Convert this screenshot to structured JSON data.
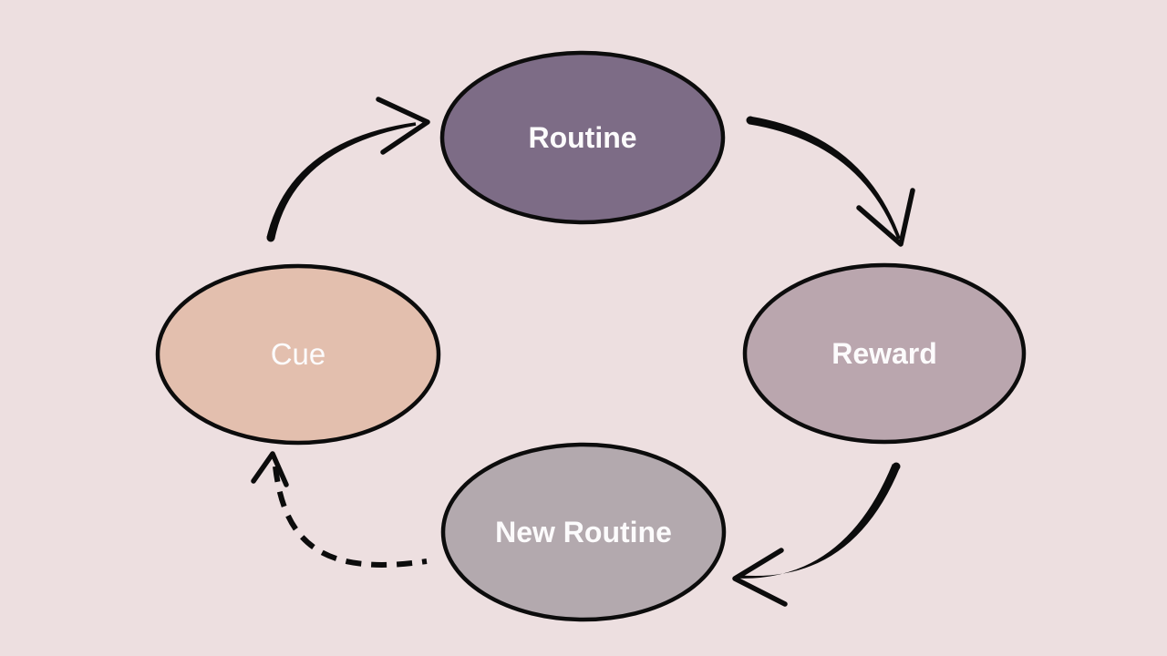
{
  "diagram": {
    "type": "cycle",
    "background_color": "#eddfe0",
    "outline_color": "#0c0c0c",
    "label_color": "#fcfbfc",
    "nodes": [
      {
        "id": "routine",
        "label": "Routine",
        "fill": "#7d6c86",
        "position": "top",
        "emphasis": "bold"
      },
      {
        "id": "reward",
        "label": "Reward",
        "fill": "#baa6ae",
        "position": "right",
        "emphasis": "bold"
      },
      {
        "id": "new_routine",
        "label": "New Routine",
        "fill": "#b3a9ae",
        "position": "bottom",
        "emphasis": "bold"
      },
      {
        "id": "cue",
        "label": "Cue",
        "fill": "#e3bfae",
        "position": "left",
        "emphasis": "regular"
      }
    ],
    "edges": [
      {
        "from": "Cue",
        "to": "Routine",
        "style": "solid"
      },
      {
        "from": "Routine",
        "to": "Reward",
        "style": "solid"
      },
      {
        "from": "Reward",
        "to": "New Routine",
        "style": "solid"
      },
      {
        "from": "New Routine",
        "to": "Cue",
        "style": "dashed"
      }
    ]
  }
}
